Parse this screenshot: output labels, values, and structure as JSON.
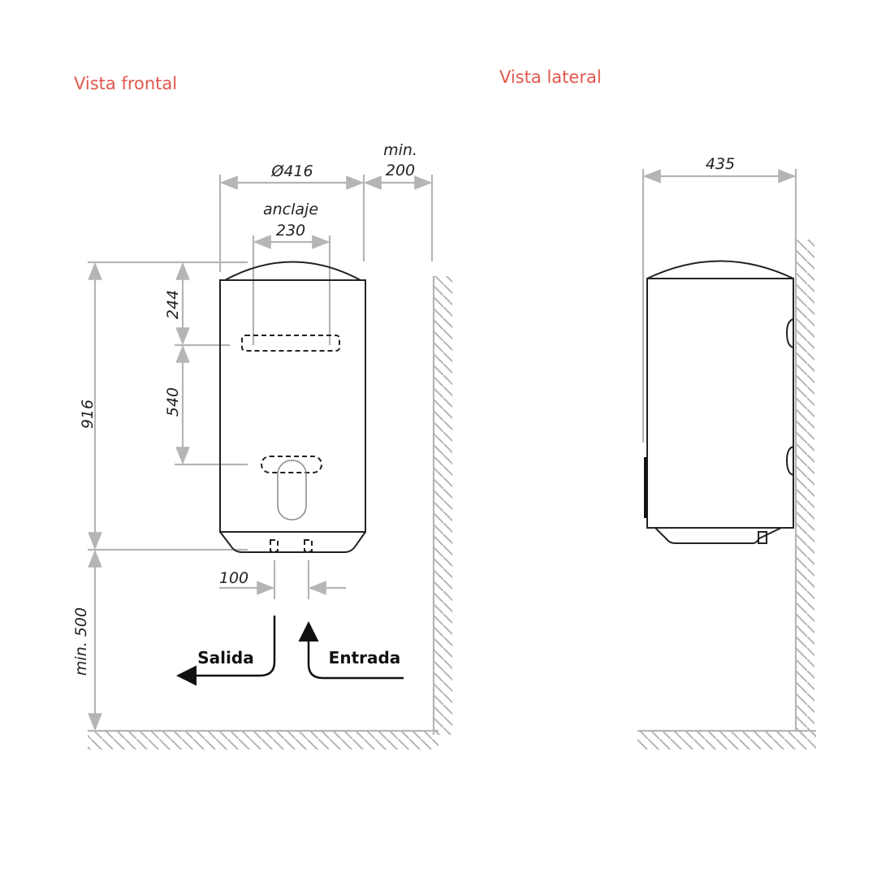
{
  "titles": {
    "front": "Vista frontal",
    "side": "Vista lateral"
  },
  "front": {
    "diameter": "Ø416",
    "min_clearance_top": "min.",
    "min_clearance_value": "200",
    "anchor_label": "anclaje",
    "anchor_value": "230",
    "height_total": "916",
    "dim_244": "244",
    "dim_540": "540",
    "pipe_spacing": "100",
    "min_floor": "min. 500",
    "outlet": "Salida",
    "inlet": "Entrada"
  },
  "side": {
    "depth": "435"
  }
}
